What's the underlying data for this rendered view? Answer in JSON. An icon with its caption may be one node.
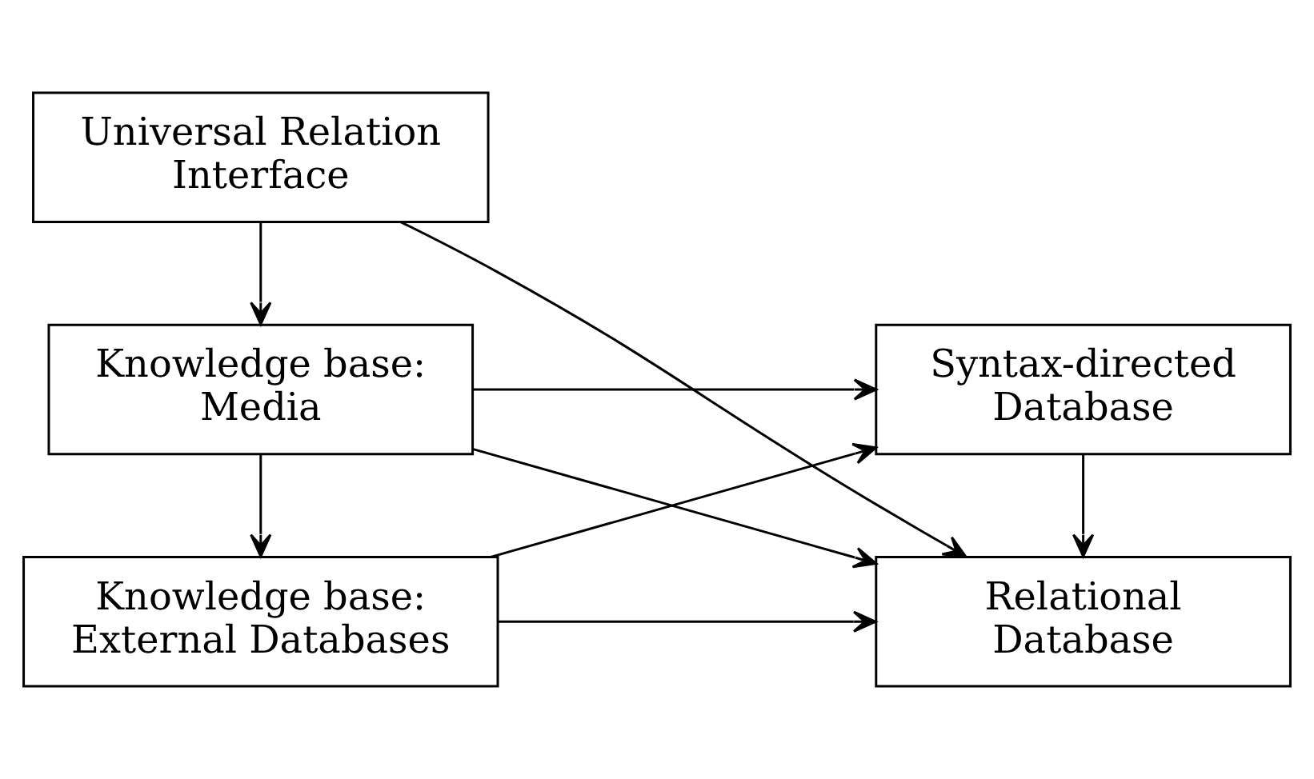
{
  "diagram": {
    "nodes": [
      {
        "text": [
          "Universal Relation Interface"
        ]
      },
      {
        "text": [
          "Knowledge base: Media"
        ]
      },
      {
        "text": [
          "Knowledge base: External Databases"
        ]
      },
      {
        "text": [
          "Relational Database"
        ]
      },
      {
        "text": [
          "Syntax-directed Database"
        ]
      }
    ],
    "edges": [
      {
        "from": 0,
        "to": 1,
        "arrow": "to"
      },
      {
        "from": 1,
        "to": 2,
        "arrow": "to"
      },
      {
        "from": 0,
        "to": 3,
        "arrow": "to"
      },
      {
        "from": 1,
        "to": 3,
        "arrow": "to"
      },
      {
        "from": 1,
        "to": 4,
        "arrow": "to"
      },
      {
        "from": 2,
        "to": 3,
        "arrow": "to"
      },
      {
        "from": 2,
        "to": 4,
        "arrow": "to"
      },
      {
        "from": 4,
        "to": 3,
        "arrow": "to"
      }
    ]
  }
}
